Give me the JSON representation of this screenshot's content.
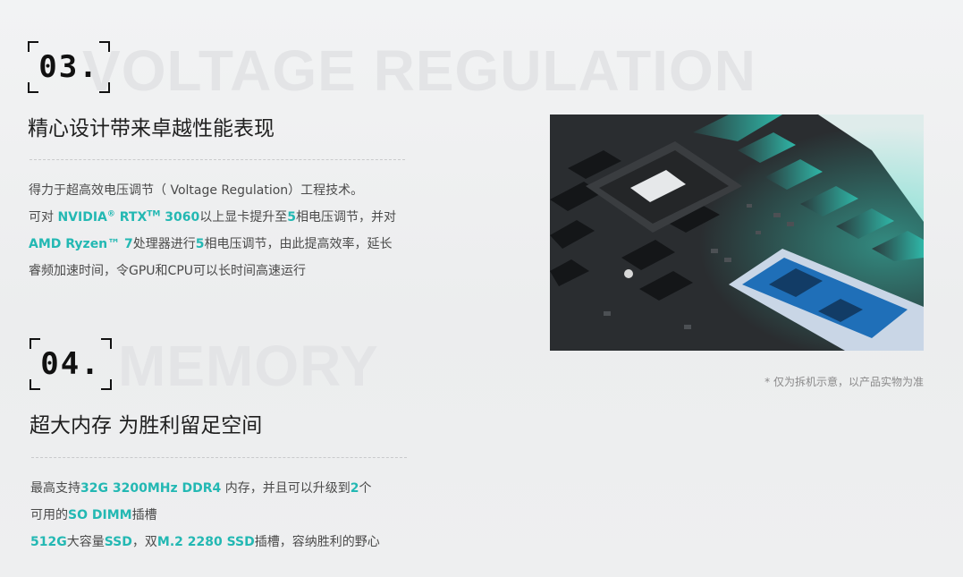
{
  "section03": {
    "bg_word": "VOLTAGE REGULATION",
    "number": "03.",
    "title": "精心设计带来卓越性能表现",
    "l1": "得力于超高效电压调节（ Voltage Regulation）工程技术。",
    "l2a": "可对 ",
    "l2b": "NVIDIA",
    "l2c": "®",
    "l2d": " RTX",
    "l2e": "TM",
    "l2f": " 3060",
    "l2g": "以上显卡提升至",
    "l2h": "5",
    "l2i": "相电压调节，并对",
    "l3a": "AMD Ryzen™ 7",
    "l3b": "处理器进行",
    "l3c": "5",
    "l3d": "相电压调节，由此提高效率，延长",
    "l4": "睿频加速时间，令GPU和CPU可以长时间高速运行"
  },
  "section04": {
    "bg_word": "MEMORY",
    "number": "04.",
    "title": "超大内存 为胜利留足空间",
    "l1a": "最高支持",
    "l1b": "32G 3200MHz DDR4",
    "l1c": " 内存，并且可以升级到",
    "l1d": "2",
    "l1e": "个",
    "l2a": "可用的",
    "l2b": "SO DIMM",
    "l2c": "插槽",
    "l3a": "512G",
    "l3b": "大容量",
    "l3c": "SSD",
    "l3d": "，双",
    "l3e": "M.2 2280 SSD",
    "l3f": "插槽，容纳胜利的野心"
  },
  "image_note": "* 仅为拆机示意，以产品实物为准",
  "colors": {
    "accent": "#23b8b3",
    "title": "#1f1f1f",
    "body": "#4a4a4a",
    "board": "#2b2e31",
    "cpu_blue": "#1f6fb8"
  }
}
